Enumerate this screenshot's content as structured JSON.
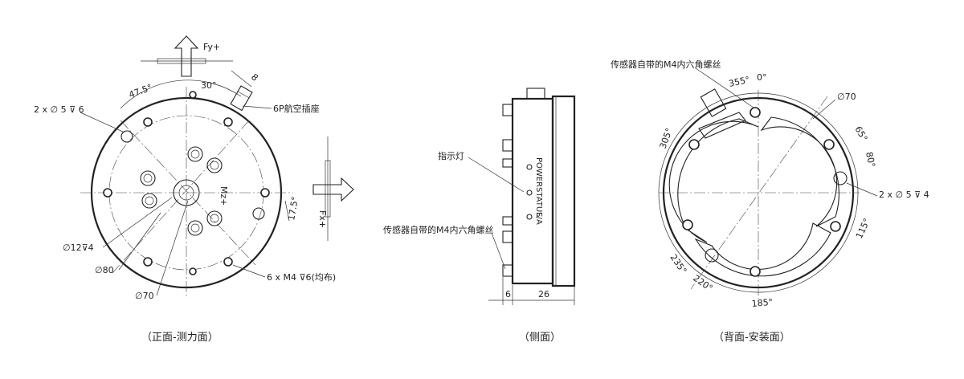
{
  "front": {
    "axis_fy": "Fy+",
    "axis_fx": "Fx+",
    "axis_mz": "Mz+",
    "dim_47_5": "47.5°",
    "dim_30": "30°",
    "dim_8": "8",
    "connector": "6P航空插座",
    "hole_2x": "2 x ∅ 5 ⊽ 6",
    "dim_17_5": "17.5°",
    "dim_12": "∅12⊽4",
    "dim_80": "∅80",
    "dim_70": "∅70",
    "dim_6xm4": "6 x M4 ⊽6(均布)",
    "caption": "（正面-测力面）"
  },
  "side": {
    "indicator": "指示灯",
    "screw": "传感器自带的M4内六角螺丝",
    "led_power": "POWER",
    "led_status": "STATUS",
    "led_la": "L/A",
    "dim_6": "6",
    "dim_26": "26",
    "caption": "（侧面）"
  },
  "back": {
    "screw": "传感器自带的M4内六角螺丝",
    "ang_355": "355°",
    "ang_0": "0°",
    "dim_70": "∅70",
    "ang_305": "305°",
    "ang_65": "65°",
    "ang_80": "80°",
    "hole_2x": "2 x ∅ 5 ⊽ 4",
    "ang_115": "115°",
    "ang_235": "235°",
    "ang_220": "220°",
    "ang_185": "185°",
    "caption": "（背面-安装面）"
  }
}
